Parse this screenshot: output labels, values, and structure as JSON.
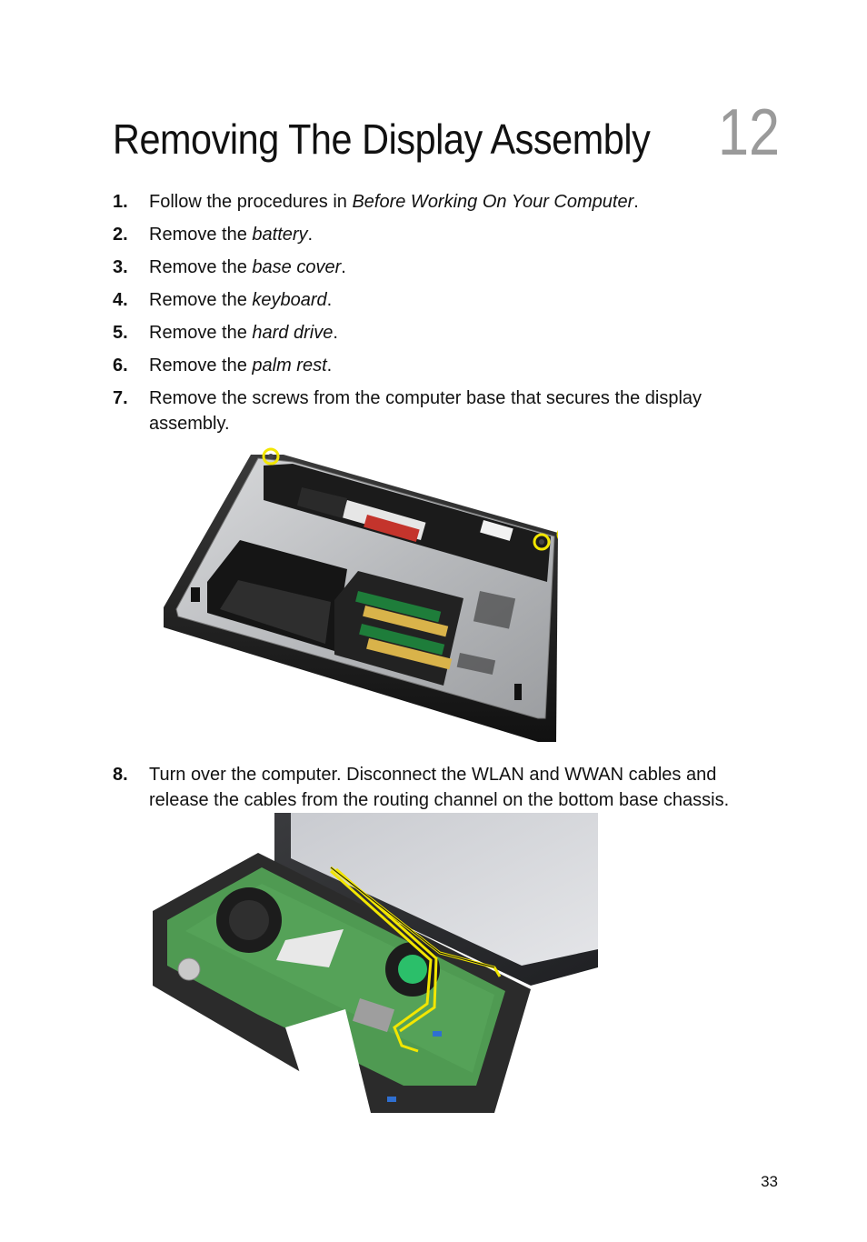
{
  "chapter": {
    "title": "Removing The Display Assembly",
    "number": "12"
  },
  "steps": [
    {
      "num": "1.",
      "prefix": "Follow the procedures in ",
      "link": "Before Working On Your Computer",
      "suffix": "."
    },
    {
      "num": "2.",
      "prefix": "Remove the ",
      "link": "battery",
      "suffix": "."
    },
    {
      "num": "3.",
      "prefix": "Remove the ",
      "link": "base cover",
      "suffix": "."
    },
    {
      "num": "4.",
      "prefix": "Remove the ",
      "link": "keyboard",
      "suffix": "."
    },
    {
      "num": "5.",
      "prefix": "Remove the ",
      "link": "hard drive",
      "suffix": "."
    },
    {
      "num": "6.",
      "prefix": "Remove the ",
      "link": "palm rest",
      "suffix": "."
    },
    {
      "num": "7.",
      "text": "Remove the screws from the computer base that secures the display assembly."
    },
    {
      "num": "8.",
      "text": "Turn over the computer. Disconnect the WLAN and WWAN cables and release the cables from the routing channel on the bottom base chassis."
    }
  ],
  "figures": {
    "base_screws": {
      "highlight_color": "#f2e600"
    },
    "cable_routing": {
      "highlight_color": "#f2e600"
    }
  },
  "page_number": "33"
}
